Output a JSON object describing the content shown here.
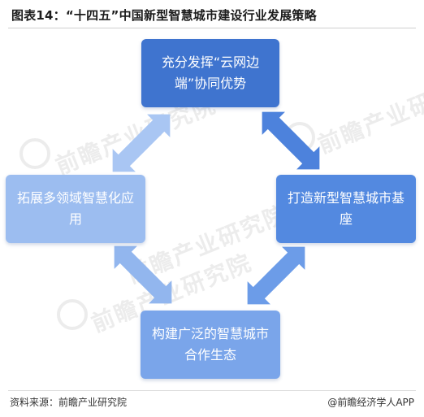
{
  "title": "图表14：“十四五”中国新型智慧城市建设行业发展策略",
  "nodes": {
    "top": "充分发挥“云网边端”协同优势",
    "right": "打造新型智慧城市基座",
    "bottom": "构建广泛的智慧城市合作生态",
    "left": "拓展多领域智慧化应用"
  },
  "colors": {
    "top": "#3f74cf",
    "right": "#5389e0",
    "bottom": "#7aa5ea",
    "left": "#9cbdf0",
    "arrow_top_right": "#4d82dc",
    "arrow_top_left": "#a9c6f3",
    "arrow_bottom_right": "#6c9ce8",
    "arrow_bottom_left": "#92b6ee"
  },
  "footer": {
    "source": "资料来源：前瞻产业研究院",
    "brand": "@前瞻经济学人APP"
  },
  "watermark": {
    "text": "前瞻产业研究院"
  }
}
